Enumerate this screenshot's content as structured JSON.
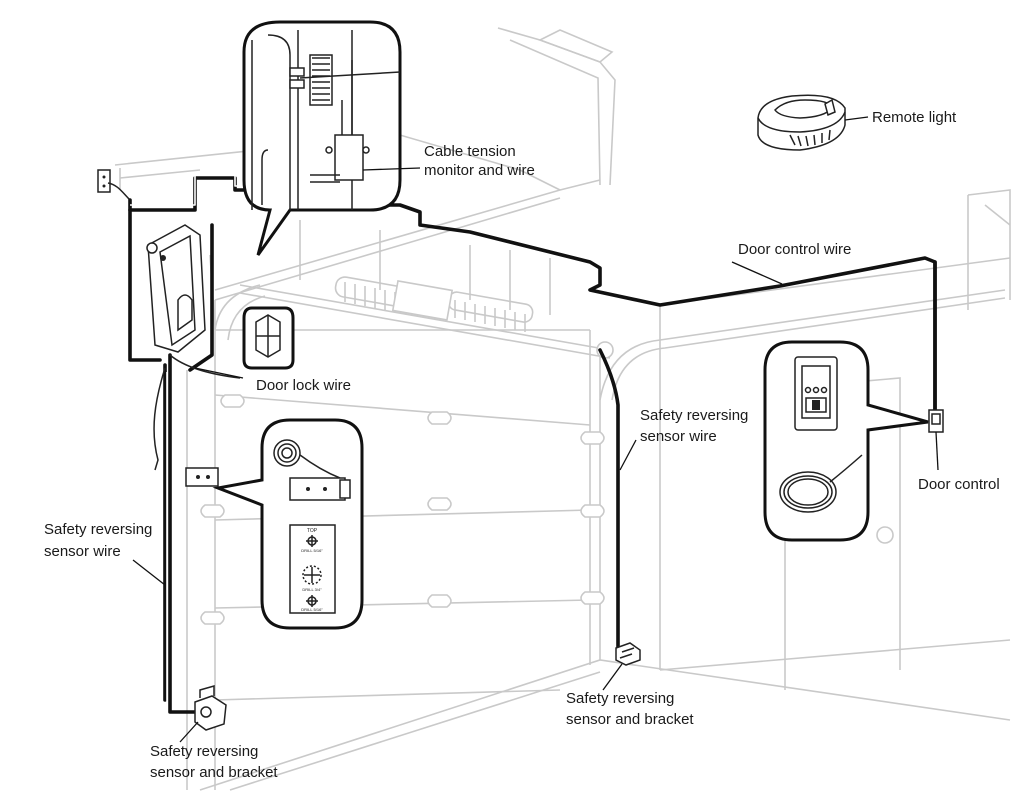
{
  "labels": {
    "remote_light": "Remote light",
    "cable_tension_1": "Cable tension",
    "cable_tension_2": "monitor and wire",
    "door_control_wire": "Door control wire",
    "door_lock_wire": "Door lock wire",
    "sensor_wire_right_1": "Safety reversing",
    "sensor_wire_right_2": "sensor wire",
    "sensor_wire_left_1": "Safety reversing",
    "sensor_wire_left_2": "sensor wire",
    "door_control": "Door control",
    "bracket_right_1": "Safety reversing",
    "bracket_right_2": "sensor and bracket",
    "bracket_left_1": "Safety reversing",
    "bracket_left_2": "sensor and bracket"
  },
  "template_card": {
    "top": "TOP",
    "drill_a": "DRILL 5/16\"",
    "drill_b": "DRILL 3/4\"",
    "drill_c": "DRILL 5/16\""
  },
  "colors": {
    "ink": "#111111",
    "ghost": "#c9c9c9",
    "background": "#ffffff"
  }
}
